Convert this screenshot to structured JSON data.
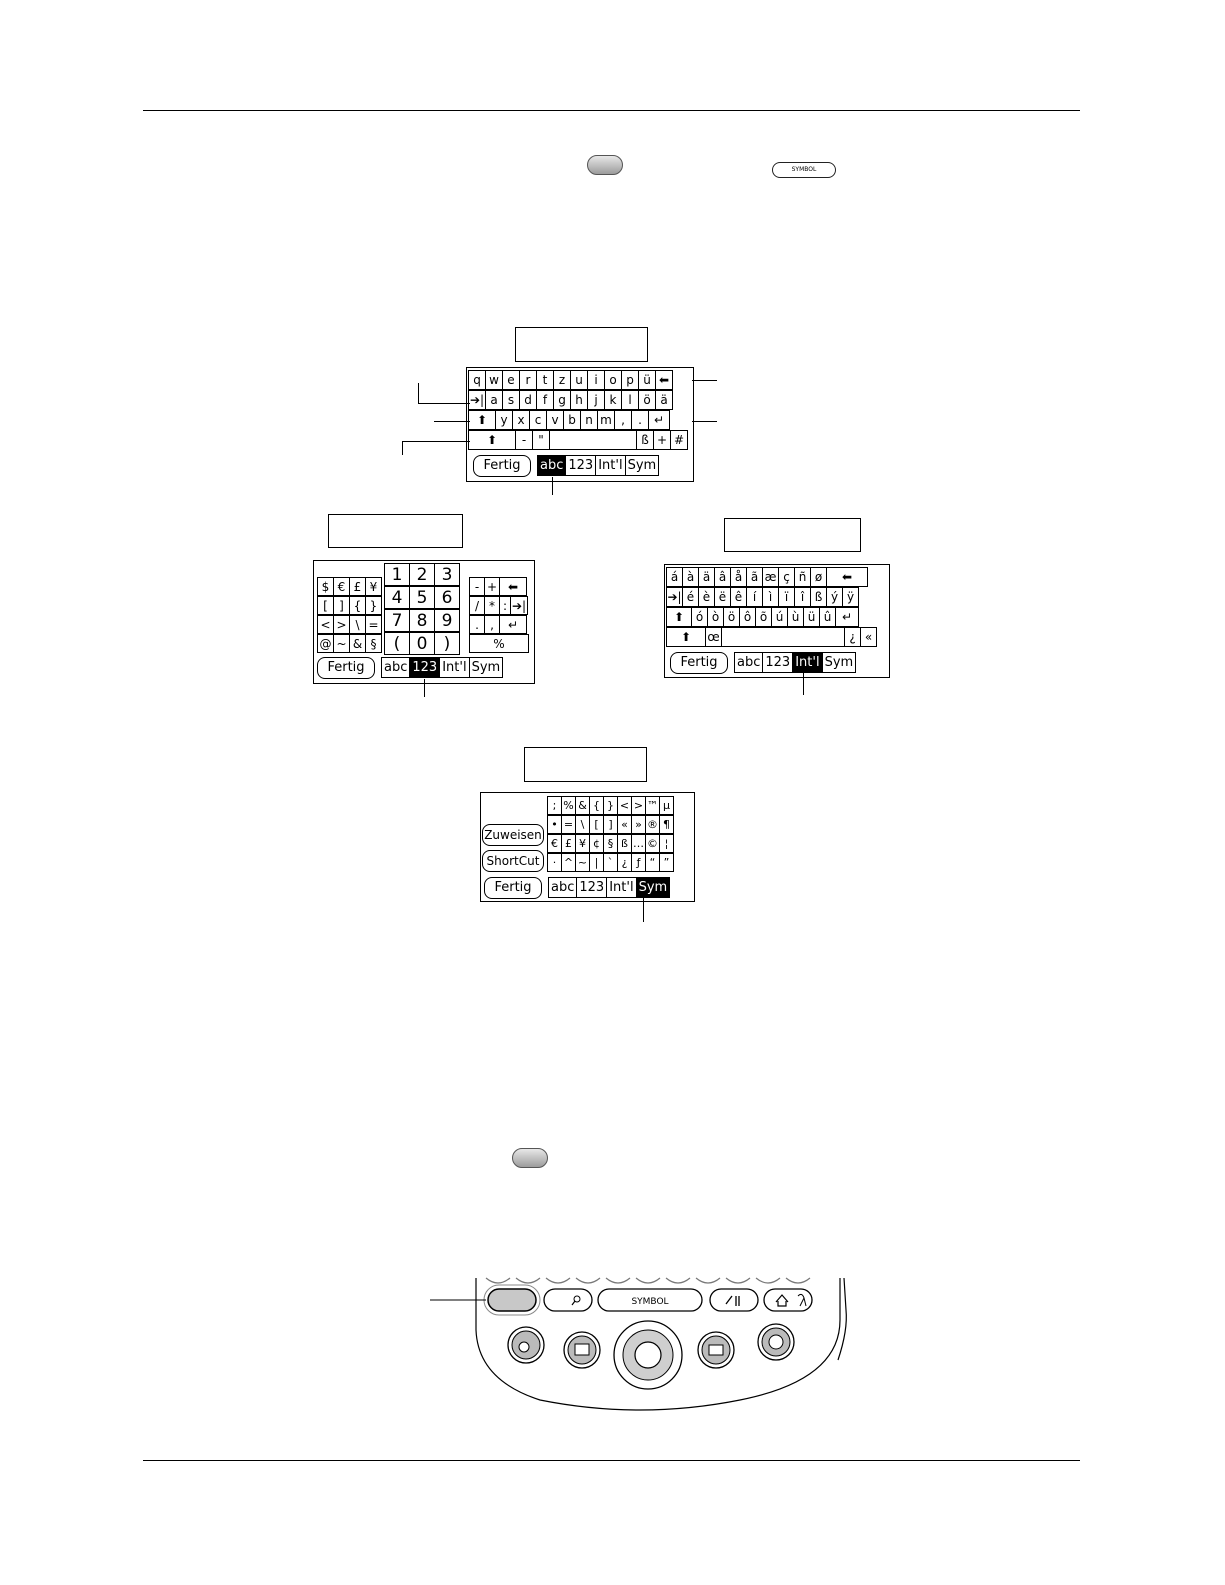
{
  "buttons": {
    "symbol_label": "SYMBOL"
  },
  "alpha_keyboard": {
    "rows": [
      [
        "q",
        "w",
        "e",
        "r",
        "t",
        "z",
        "u",
        "i",
        "o",
        "p",
        "ü",
        "⬅"
      ],
      [
        "➔|",
        "a",
        "s",
        "d",
        "f",
        "g",
        "h",
        "j",
        "k",
        "l",
        "ö",
        "ä"
      ],
      [
        "⬆",
        "y",
        "x",
        "c",
        "v",
        "b",
        "n",
        "m",
        ",",
        ".",
        "↵"
      ],
      [
        "⬆",
        "-",
        "\"",
        "",
        "ß",
        "+",
        "#"
      ]
    ],
    "done_label": "Fertig",
    "tabs": [
      "abc",
      "123",
      "Int'l",
      "Sym"
    ],
    "selected_tab": "abc"
  },
  "numeric_keyboard": {
    "symbols": [
      [
        "$",
        "€",
        "£",
        "¥"
      ],
      [
        "[",
        "]",
        "{",
        "}"
      ],
      [
        "<",
        ">",
        "\\",
        "="
      ],
      [
        "@",
        "~",
        "&",
        "§"
      ]
    ],
    "digits": [
      [
        "1",
        "2",
        "3"
      ],
      [
        "4",
        "5",
        "6"
      ],
      [
        "7",
        "8",
        "9"
      ],
      [
        "(",
        "0",
        ")"
      ]
    ],
    "ops": [
      [
        "-",
        "+",
        "⬅"
      ],
      [
        "/",
        "*",
        ":",
        "➔|"
      ],
      [
        ".",
        ",",
        "↵"
      ],
      [
        "%"
      ]
    ],
    "done_label": "Fertig",
    "tabs": [
      "abc",
      "123",
      "Int'l",
      "Sym"
    ],
    "selected_tab": "123"
  },
  "intl_keyboard": {
    "rows": [
      [
        "á",
        "à",
        "ä",
        "â",
        "å",
        "ã",
        "æ",
        "ç",
        "ñ",
        "ø",
        "⬅"
      ],
      [
        "➔|",
        "é",
        "è",
        "ë",
        "ê",
        "í",
        "ì",
        "ï",
        "î",
        "ß",
        "ý",
        "ÿ"
      ],
      [
        "⬆",
        "ó",
        "ò",
        "ö",
        "ô",
        "õ",
        "ú",
        "ù",
        "ü",
        "û",
        "↵"
      ],
      [
        "⬆",
        "œ",
        "",
        "¿",
        "«"
      ]
    ],
    "done_label": "Fertig",
    "tabs": [
      "abc",
      "123",
      "Int'l",
      "Sym"
    ],
    "selected_tab": "Int'l"
  },
  "symbol_keyboard": {
    "rows": [
      [
        ";",
        "%",
        "&",
        "{",
        "}",
        "<",
        ">",
        "™",
        "µ"
      ],
      [
        "•",
        "=",
        "\\",
        "[",
        "]",
        "«",
        "»",
        "®",
        "¶"
      ],
      [
        "€",
        "£",
        "¥",
        "¢",
        "§",
        "ß",
        "…",
        "©",
        "¦"
      ],
      [
        "·",
        "^",
        "~",
        "|",
        "`",
        "¿",
        "ƒ",
        "“",
        "”"
      ]
    ],
    "side_buttons": [
      "Zuweisen",
      "ShortCut"
    ],
    "done_label": "Fertig",
    "tabs": [
      "abc",
      "123",
      "Int'l",
      "Sym"
    ],
    "selected_tab": "Sym"
  },
  "device": {
    "symbol_label": "SYMBOL"
  },
  "colors": {
    "rule": "#000000",
    "grey_button": "#b0b0b0",
    "selected_tab_bg": "#000000"
  }
}
